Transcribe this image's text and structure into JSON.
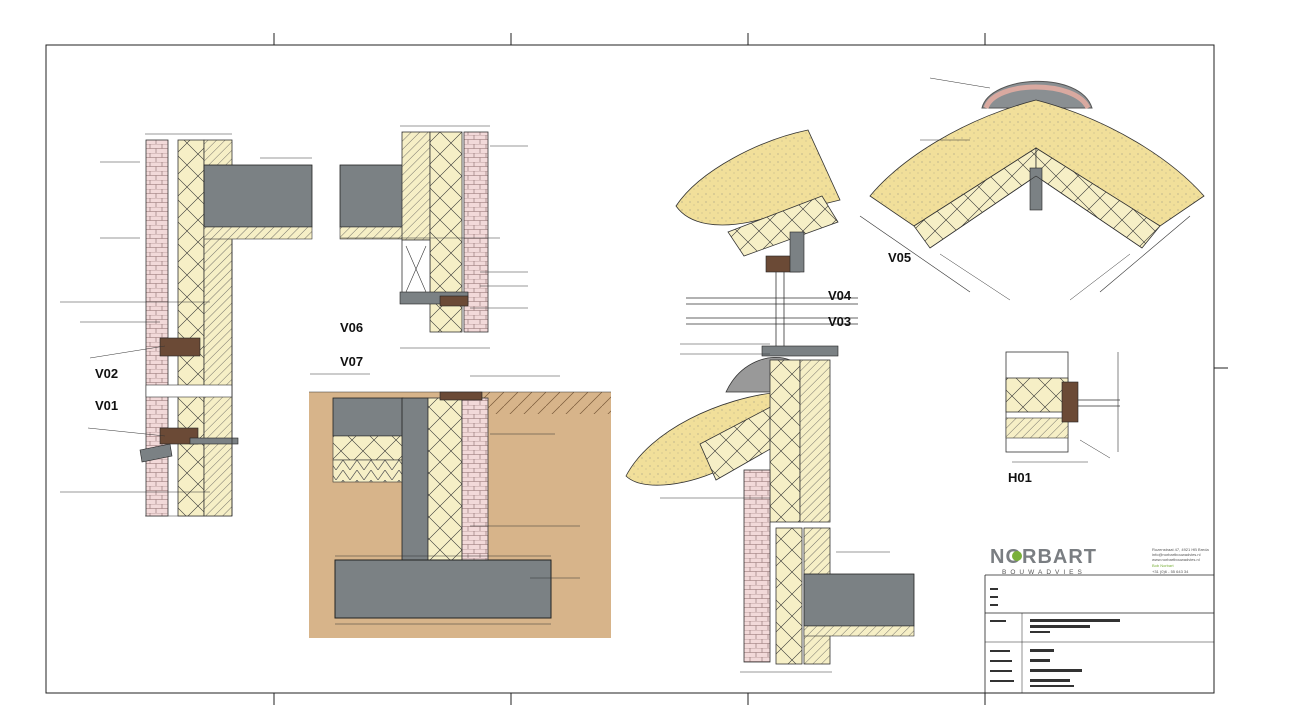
{
  "detail_labels": [
    "V02",
    "V01",
    "V06",
    "V07",
    "V04",
    "V03",
    "V05",
    "H01"
  ],
  "company": {
    "name": "NORBART",
    "tagline": "BOUWADVIES",
    "address_lines": [
      "Rozenstraat 47, 4921 HB Breda",
      "info@norbartbouwadvies.nl",
      "www.norbartbouwadvies.nl"
    ],
    "contact_name": "Bob Norbart",
    "contact_phone": "+31 (0)6 - 55 643 34"
  },
  "colors": {
    "insulation": "#f6efc6",
    "concrete": "#7b8184",
    "soil": "#d7b48a",
    "brick": "#f2d9d9",
    "membrane": "#6b4a36",
    "sedum": "#f1df9a",
    "accent": "#7ab03a"
  }
}
